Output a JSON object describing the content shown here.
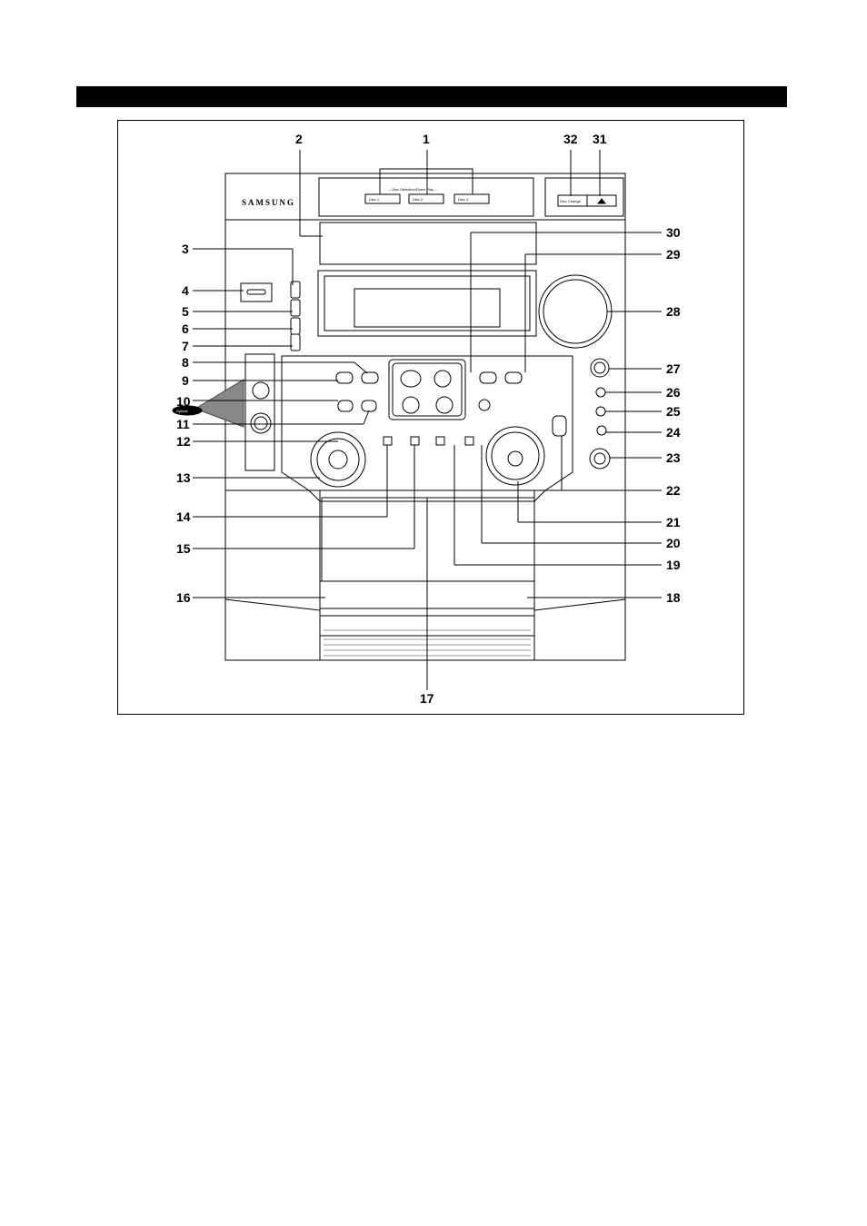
{
  "brand": "SAMSUNG",
  "callouts": [
    {
      "id": "c1",
      "text": "1"
    },
    {
      "id": "c2",
      "text": "2"
    },
    {
      "id": "c3",
      "text": "3"
    },
    {
      "id": "c4",
      "text": "4"
    },
    {
      "id": "c5",
      "text": "5"
    },
    {
      "id": "c6",
      "text": "6"
    },
    {
      "id": "c7",
      "text": "7"
    },
    {
      "id": "c8",
      "text": "8"
    },
    {
      "id": "c9",
      "text": "9"
    },
    {
      "id": "c10",
      "text": "10"
    },
    {
      "id": "c11",
      "text": "11"
    },
    {
      "id": "c12",
      "text": "12"
    },
    {
      "id": "c13",
      "text": "13"
    },
    {
      "id": "c14",
      "text": "14"
    },
    {
      "id": "c15",
      "text": "15"
    },
    {
      "id": "c16",
      "text": "16"
    },
    {
      "id": "c17",
      "text": "17"
    },
    {
      "id": "c18",
      "text": "18"
    },
    {
      "id": "c19",
      "text": "19"
    },
    {
      "id": "c20",
      "text": "20"
    },
    {
      "id": "c21",
      "text": "21"
    },
    {
      "id": "c22",
      "text": "22"
    },
    {
      "id": "c23",
      "text": "23"
    },
    {
      "id": "c24",
      "text": "24"
    },
    {
      "id": "c25",
      "text": "25"
    },
    {
      "id": "c26",
      "text": "26"
    },
    {
      "id": "c27",
      "text": "27"
    },
    {
      "id": "c28",
      "text": "28"
    },
    {
      "id": "c29",
      "text": "29"
    },
    {
      "id": "c30",
      "text": "30"
    },
    {
      "id": "c31",
      "text": "31"
    },
    {
      "id": "c32",
      "text": "32"
    }
  ],
  "labels": {
    "disc_selection": "– Disc Selection/Direct Play –",
    "disc1": "Disc 1",
    "disc2": "Disc 2",
    "disc3": "Disc 3",
    "disc_change": "Disc Change",
    "optical": "Optical"
  }
}
